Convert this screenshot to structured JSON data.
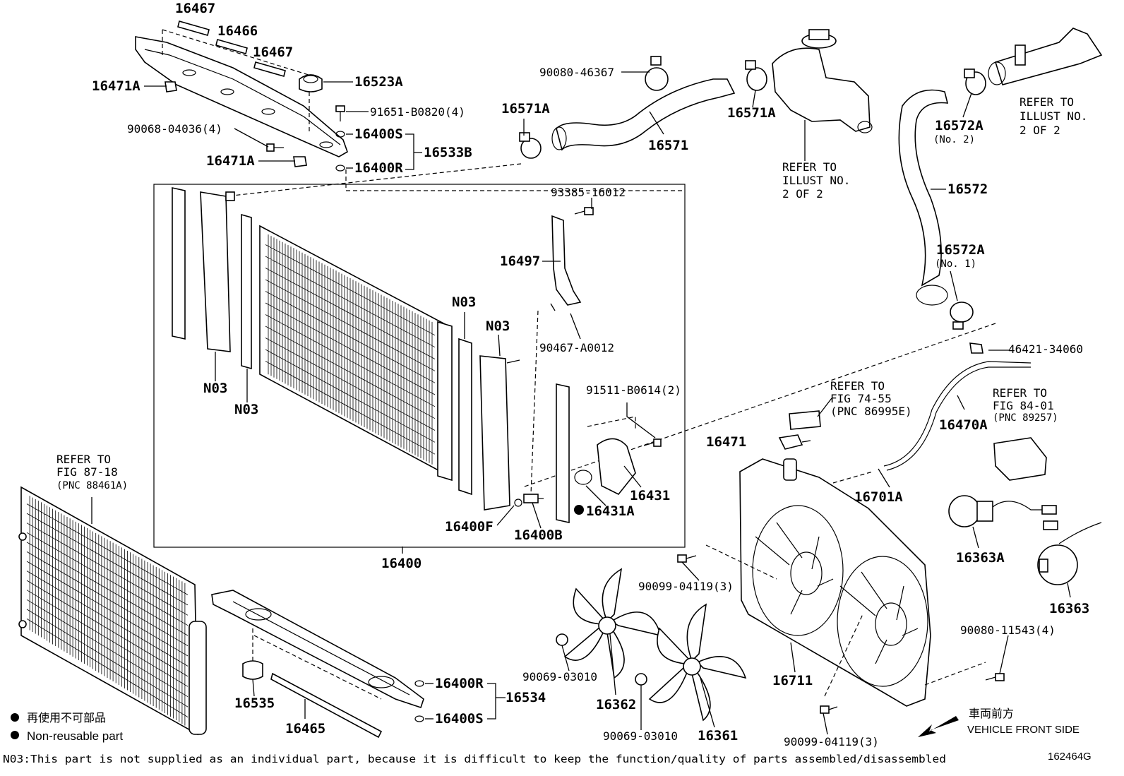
{
  "labels": {
    "p16467a": "16467",
    "p16466": "16466",
    "p16467b": "16467",
    "p16471A_top": "16471A",
    "p16523A": "16523A",
    "p91651": "91651-B0820(4)",
    "p90068": "90068-04036(4)",
    "p16400S_top": "16400S",
    "p16533B": "16533B",
    "p16471A_mid": "16471A",
    "p16400R_top": "16400R",
    "p16571A_left": "16571A",
    "p90080_46367": "90080-46367",
    "p16571": "16571",
    "p16571A_right": "16571A",
    "refer_2of2_a": [
      "REFER TO",
      "ILLUST NO.",
      "2 OF 2"
    ],
    "p16572A_no2": "16572A",
    "no2": "(No. 2)",
    "refer_2of2_b": [
      "REFER TO",
      "ILLUST NO.",
      "2 OF 2"
    ],
    "p16572": "16572",
    "p16572A_no1": "16572A",
    "no1": "(No. 1)",
    "p93385": "93385-16012",
    "p16497": "16497",
    "p90467": "90467-A0012",
    "n03_a": "N03",
    "n03_b": "N03",
    "n03_c": "N03",
    "n03_d": "N03",
    "p91511": "91511-B0614(2)",
    "p16431": "16431",
    "p16431A": "16431A",
    "p16400F": "16400F",
    "p16400B": "16400B",
    "p16400": "16400",
    "p46421": "46421-34060",
    "refer_fig7455": [
      "REFER TO",
      "FIG 74-55",
      "(PNC 86995E)"
    ],
    "refer_fig8401": [
      "REFER TO",
      "FIG 84-01",
      "(PNC 89257)"
    ],
    "p16470A": "16470A",
    "p16471": "16471",
    "p16701A": "16701A",
    "refer_fig8718": [
      "REFER TO",
      "FIG 87-18",
      "(PNC 88461A)"
    ],
    "p16363A": "16363A",
    "p16363": "16363",
    "p90099_a": "90099-04119(3)",
    "p90080_11543": "90080-11543(4)",
    "p16711": "16711",
    "p90069_a": "90069-03010",
    "p16362": "16362",
    "p90069_b": "90069-03010",
    "p16361": "16361",
    "p90099_b": "90099-04119(3)",
    "p16535": "16535",
    "p16465": "16465",
    "p16400R_bot": "16400R",
    "p16534": "16534",
    "p16400S_bot": "16400S"
  },
  "legend": {
    "jp": "再使用不可部品",
    "en": "Non-reusable part"
  },
  "direction": {
    "jp": "車両前方",
    "en": "VEHICLE FRONT SIDE"
  },
  "footnote": "N03:This part is not supplied as an individual part, because it is difficult to keep the function/quality of parts assembled/disassembled",
  "figure_id": "162464G"
}
